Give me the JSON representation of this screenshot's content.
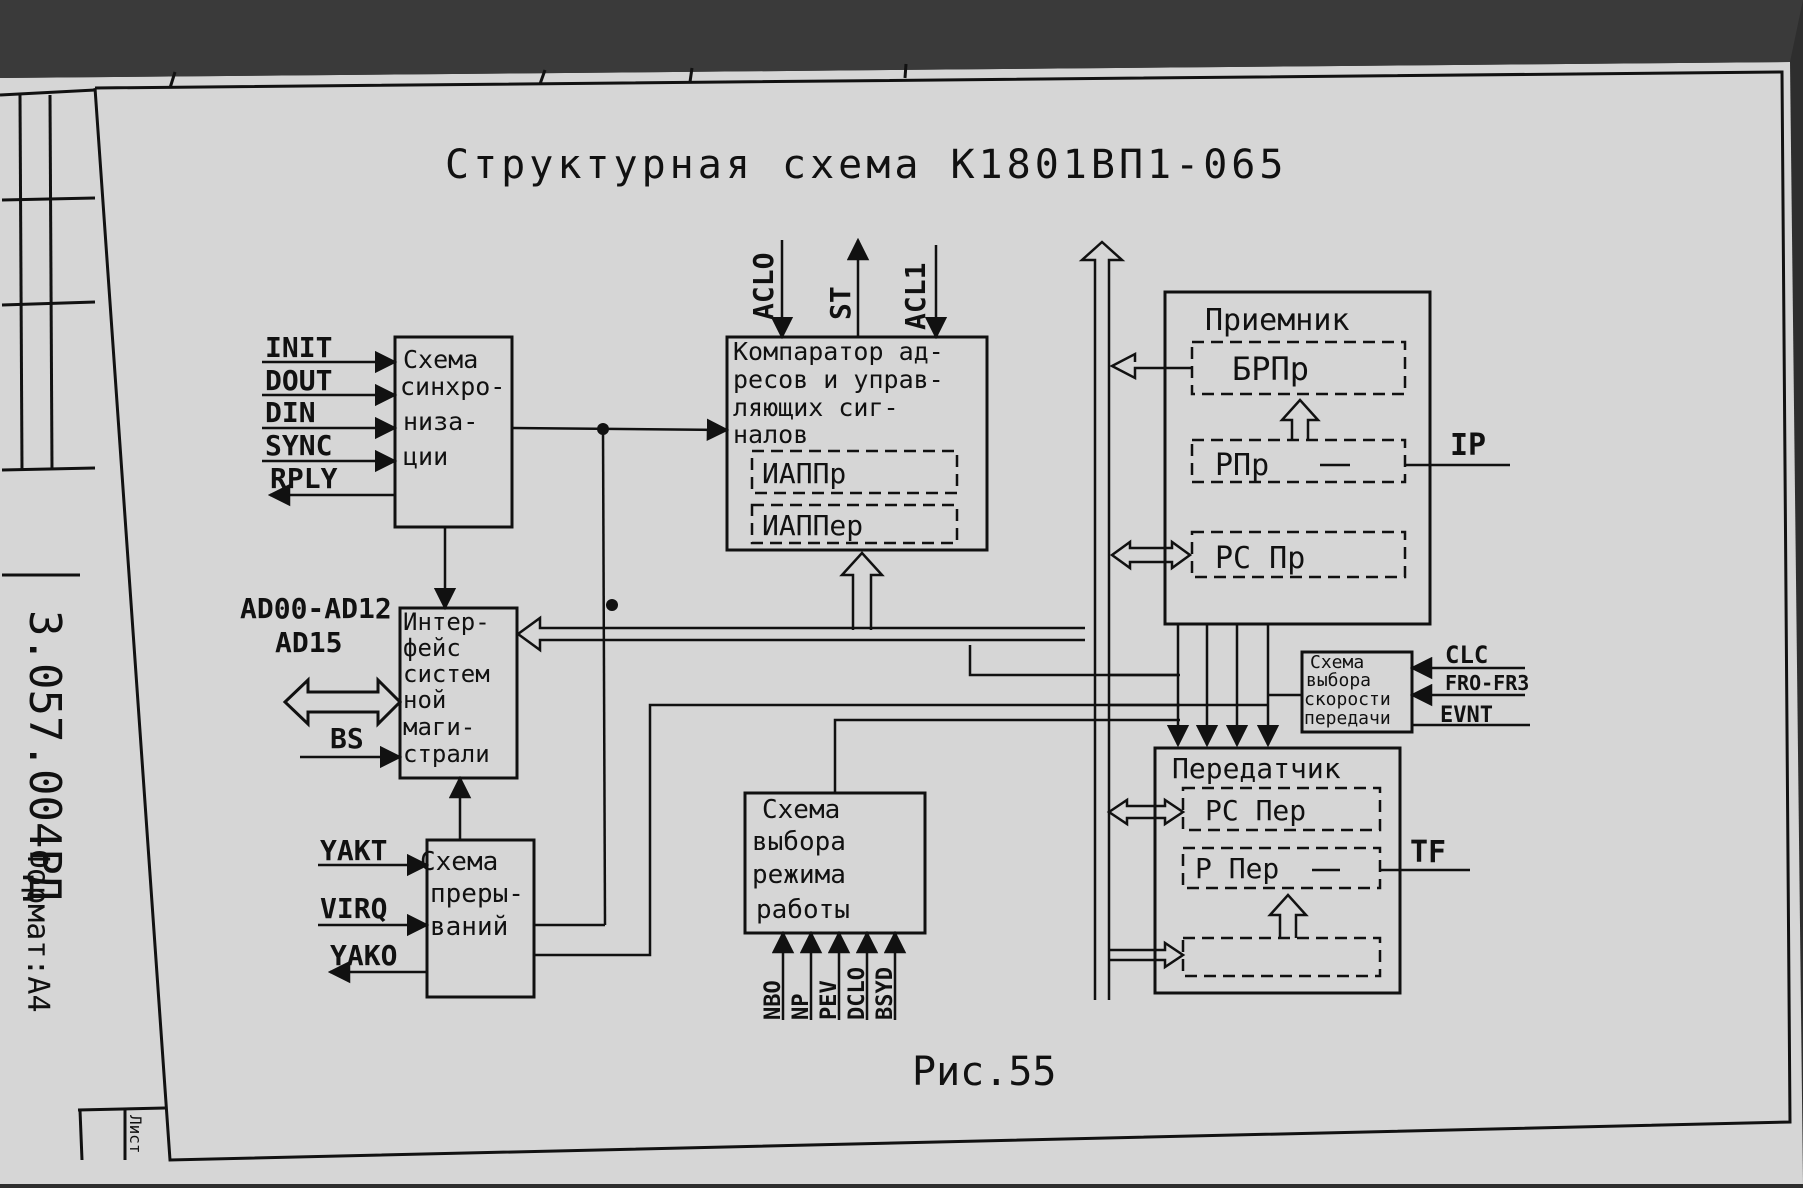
{
  "title": "Структурная схема К1801ВП1-065",
  "caption": "Рис.55",
  "stamp": {
    "doc_number": "3.057.004РД",
    "format": "Формат:А4",
    "sheet": "Лист"
  },
  "blocks": {
    "sync": [
      "Схема",
      "синхро-",
      "низа-",
      "ции"
    ],
    "comparator": [
      "Компаратор ад-",
      "ресов и управ-",
      "ляющих сиг-",
      "налов"
    ],
    "comparator_inner": [
      "ИАППр",
      "ИАППер"
    ],
    "interface": [
      "Интер-",
      "фейс",
      "систем",
      "ной",
      "маги-",
      "страли"
    ],
    "interrupt": [
      "Схема",
      "преры-",
      "ваний"
    ],
    "mode": [
      "Схема",
      "выбора",
      "режима",
      "работы"
    ],
    "receiver": "Приемник",
    "receiver_inner": [
      "БРПр",
      "РПр",
      "РС Пр"
    ],
    "speed": [
      "Схема",
      "выбора",
      "скорости",
      "передачи"
    ],
    "transmitter": "Передатчик",
    "transmitter_inner": [
      "РС Пер",
      "Р Пер"
    ]
  },
  "signals": {
    "sync_in": [
      "INIT",
      "DOUT",
      "DIN",
      "SYNC",
      "RPLY"
    ],
    "top": [
      "ACLO",
      "ST",
      "ACL1"
    ],
    "bus": [
      "AD00-AD12",
      "AD15"
    ],
    "bs": "BS",
    "interrupt_in": [
      "YAKT",
      "VIRQ",
      "YAKO"
    ],
    "mode_in": [
      "NBO",
      "NP",
      "PEV",
      "DCLO",
      "BSYD"
    ],
    "receiver_out": "IP",
    "speed_in": [
      "CLC",
      "FRO-FR3",
      "EVNT"
    ],
    "transmitter_out": "TF"
  }
}
